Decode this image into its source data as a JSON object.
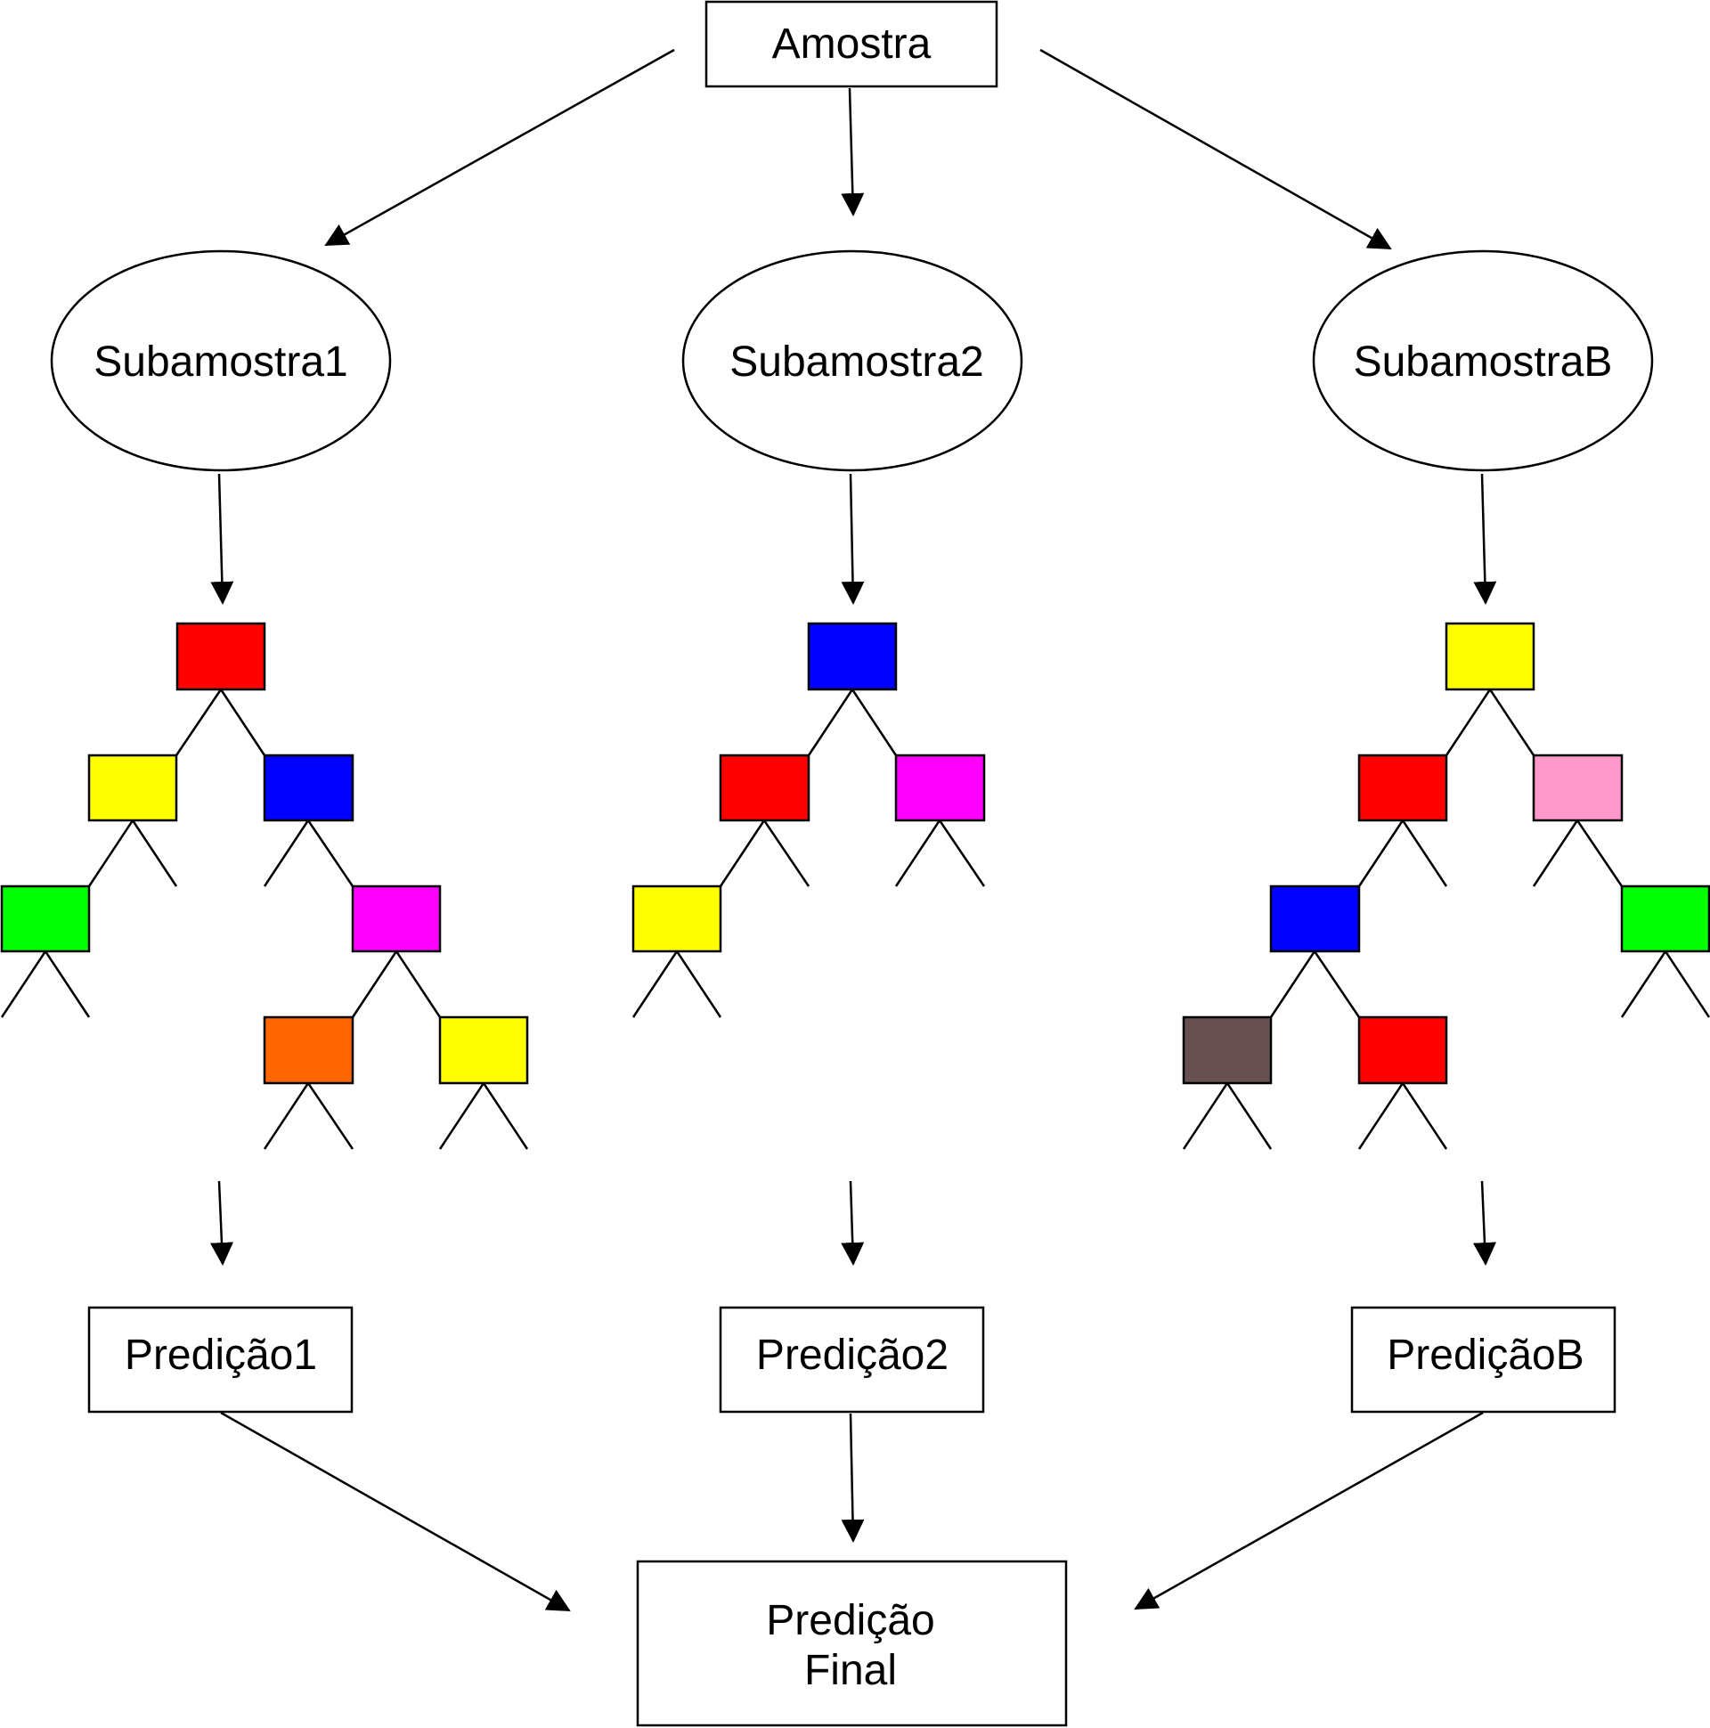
{
  "root": {
    "label": "Amostra"
  },
  "subsamples": [
    {
      "label": "Subamostra1"
    },
    {
      "label": "Subamostra2"
    },
    {
      "label": "SubamostraB"
    }
  ],
  "predictions": [
    {
      "label": "Predição1"
    },
    {
      "label": "Predição2"
    },
    {
      "label": "PrediçãoB"
    }
  ],
  "final": {
    "line1": "Predição",
    "line2": "Final"
  },
  "colors": {
    "red": "#ff0000",
    "yellow": "#ffff00",
    "blue": "#0000ff",
    "green": "#00ff00",
    "magenta": "#ff00ff",
    "orange": "#ff6600",
    "pink": "#ff99cc",
    "brown": "#665050"
  },
  "trees": [
    {
      "name": "tree-1",
      "nodes": [
        {
          "id": "t1-root",
          "color": "red"
        },
        {
          "id": "t1-l",
          "color": "yellow"
        },
        {
          "id": "t1-r",
          "color": "blue"
        },
        {
          "id": "t1-ll",
          "color": "green"
        },
        {
          "id": "t1-rr",
          "color": "magenta"
        },
        {
          "id": "t1-rrl",
          "color": "orange"
        },
        {
          "id": "t1-rrr",
          "color": "yellow"
        }
      ]
    },
    {
      "name": "tree-2",
      "nodes": [
        {
          "id": "t2-root",
          "color": "blue"
        },
        {
          "id": "t2-l",
          "color": "red"
        },
        {
          "id": "t2-r",
          "color": "magenta"
        },
        {
          "id": "t2-ll",
          "color": "yellow"
        }
      ]
    },
    {
      "name": "tree-B",
      "nodes": [
        {
          "id": "tB-root",
          "color": "yellow"
        },
        {
          "id": "tB-l",
          "color": "red"
        },
        {
          "id": "tB-r",
          "color": "pink"
        },
        {
          "id": "tB-ll",
          "color": "blue"
        },
        {
          "id": "tB-rr",
          "color": "green"
        },
        {
          "id": "tB-lll",
          "color": "brown"
        },
        {
          "id": "tB-llr",
          "color": "red"
        }
      ]
    }
  ]
}
